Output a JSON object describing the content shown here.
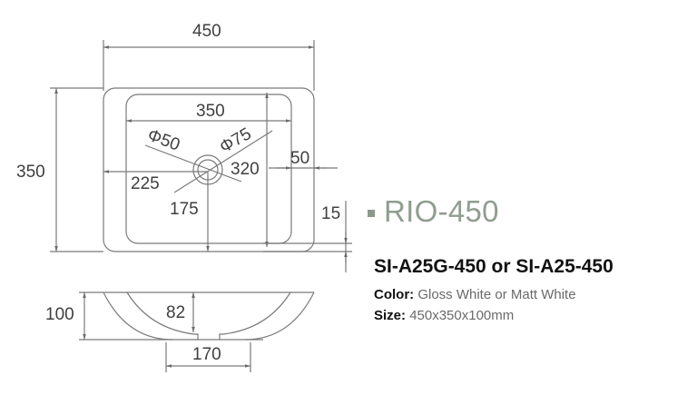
{
  "drawing": {
    "top_view": {
      "overall_width": "450",
      "overall_depth": "350",
      "basin_width": "350",
      "basin_depth": "320",
      "overflow_diameter": "Φ50",
      "drain_diameter": "Φ75",
      "drain_offset_x": "225",
      "drain_offset_y": "175",
      "rim_offset": "50",
      "rim_height": "15"
    },
    "side_view": {
      "overall_height": "100",
      "basin_depth": "82",
      "base_width": "170"
    },
    "line_color": "#7a7a7a"
  },
  "product": {
    "model_name": "RIO-450",
    "model_color": "#8f9e8f",
    "product_code": "SI-A25G-450 or SI-A25-450",
    "color_label": "Color:",
    "color_value": "Gloss White or Matt White",
    "size_label": "Size:",
    "size_value": "450x350x100mm"
  }
}
